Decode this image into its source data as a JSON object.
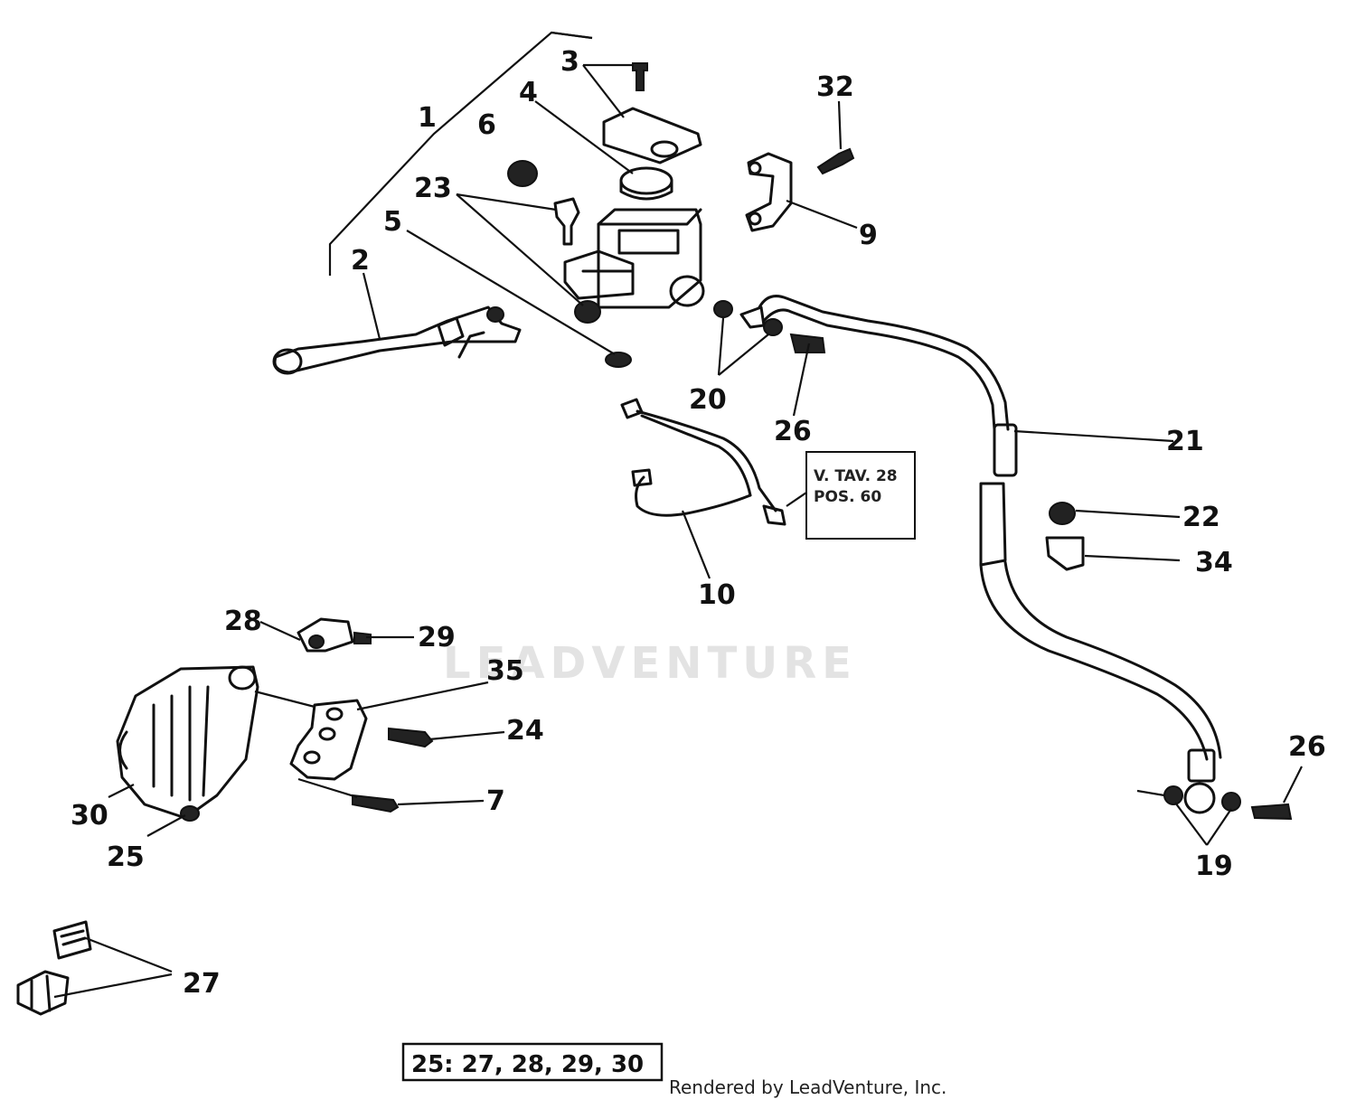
{
  "watermark": "LEADVENTURE",
  "callouts": {
    "c1": "1",
    "c2": "2",
    "c3": "3",
    "c4": "4",
    "c5": "5",
    "c6": "6",
    "c7": "7",
    "c9": "9",
    "c10": "10",
    "c19": "19",
    "c20": "20",
    "c21": "21",
    "c22": "22",
    "c23": "23",
    "c24": "24",
    "c25": "25",
    "c26a": "26",
    "c26b": "26",
    "c27": "27",
    "c28": "28",
    "c29": "29",
    "c30": "30",
    "c32": "32",
    "c34": "34",
    "c35": "35"
  },
  "reference_note": {
    "line1": "V. TAV. 28",
    "line2": "POS. 60"
  },
  "footer_note": "25: 27, 28, 29, 30",
  "credit": "Rendered by LeadVenture, Inc."
}
